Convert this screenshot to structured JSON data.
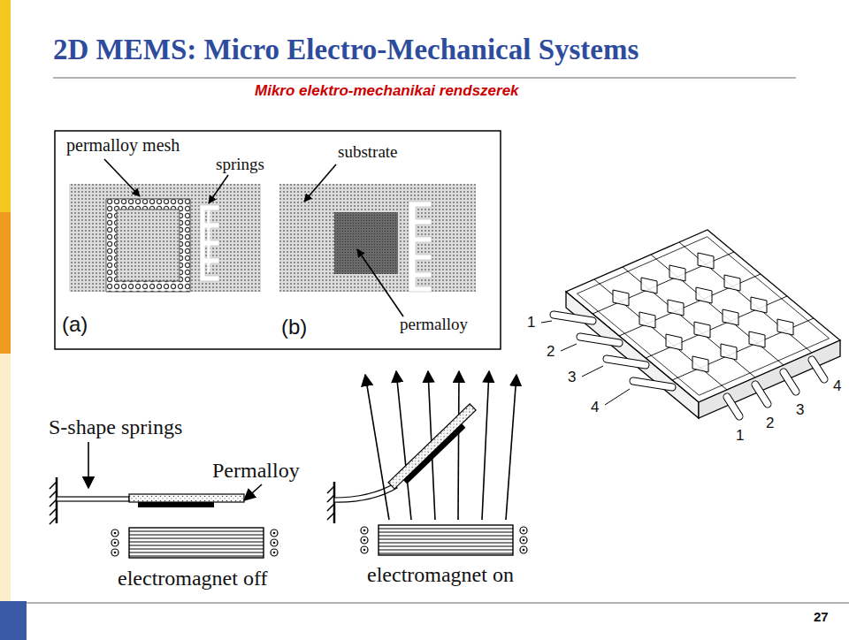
{
  "diagram": {
    "title": "2D MEMS: Micro Electro-Mechanical Systems",
    "labels": [
      "Mikro elektro-mechanikai rendszerek",
      "permalloy mesh",
      "springs",
      "substrate",
      "(a)",
      "(b)",
      "permalloy",
      "1",
      "2",
      "3",
      "4",
      "1",
      "2",
      "3",
      "4",
      "S-shape springs",
      "Permalloy",
      "electromagnet off",
      "electromagnet on",
      "27"
    ]
  }
}
